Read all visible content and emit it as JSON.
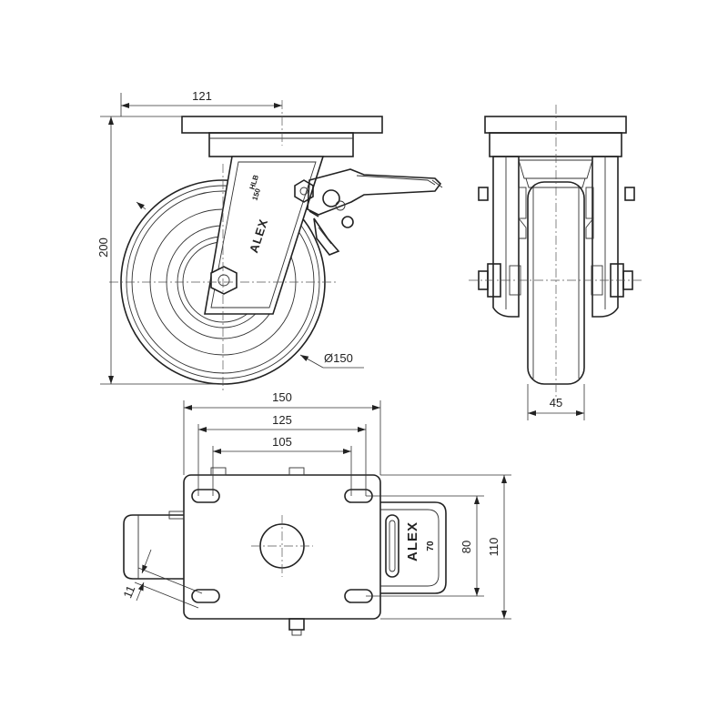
{
  "side_view": {
    "dim_offset": "121",
    "dim_height": "200",
    "dim_wheel_diameter": "Ø150",
    "fork_mark_model": "HLB",
    "fork_mark_size": "150",
    "fork_brand": "ALEX"
  },
  "front_view": {
    "dim_wheel_width": "45"
  },
  "top_view": {
    "dim_plate_length": "150",
    "dim_hole_spacing_outer": "125",
    "dim_hole_spacing_inner": "105",
    "dim_plate_width": "110",
    "dim_hole_spacing_width": "80",
    "dim_slot": "11",
    "brake_pedal_brand": "ALEX",
    "brake_pedal_mark": "70"
  }
}
